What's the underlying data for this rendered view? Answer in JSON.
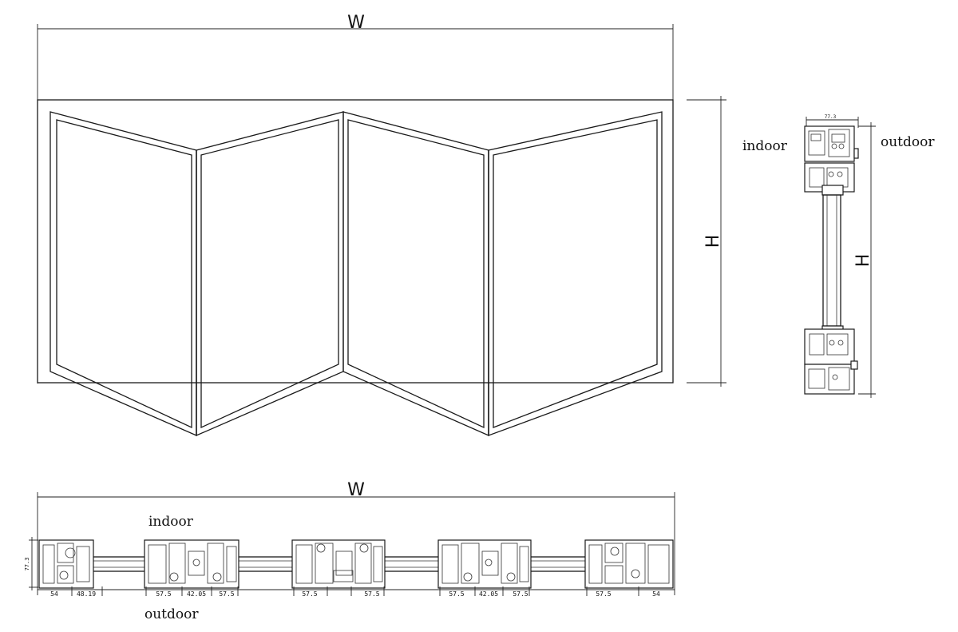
{
  "elevation": {
    "width_label": "W",
    "height_label": "H"
  },
  "section": {
    "indoor_label": "indoor",
    "outdoor_label": "outdoor",
    "height_label": "H",
    "top_dim_label": "77.3"
  },
  "plan": {
    "width_label": "W",
    "indoor_label": "indoor",
    "outdoor_label": "outdoor",
    "depth_label": "77.3",
    "dims": [
      "54",
      "48.19",
      "57.5",
      "42.05",
      "57.5",
      "57.5",
      "57.5",
      "57.5",
      "42.05",
      "57.5",
      "57.5",
      "54"
    ]
  }
}
